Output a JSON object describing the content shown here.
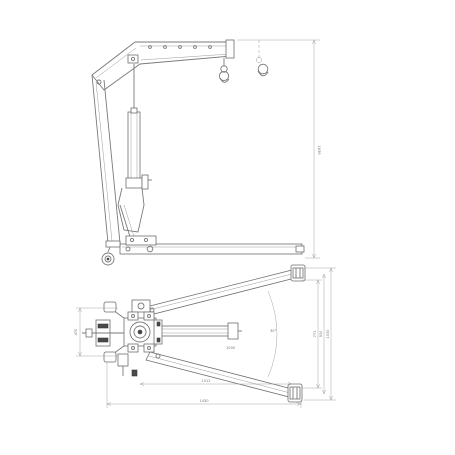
{
  "drawing": {
    "side_view": {
      "dimensions": {
        "overall_height": "1836"
      }
    },
    "top_view": {
      "dimensions": {
        "leg_spread_angle": "30°",
        "inner_reach": "1000",
        "inner_length": "1011",
        "overall_length": "1430",
        "front_width": "470",
        "width_a": "771",
        "width_b": "910",
        "width_c": "1030"
      }
    }
  }
}
